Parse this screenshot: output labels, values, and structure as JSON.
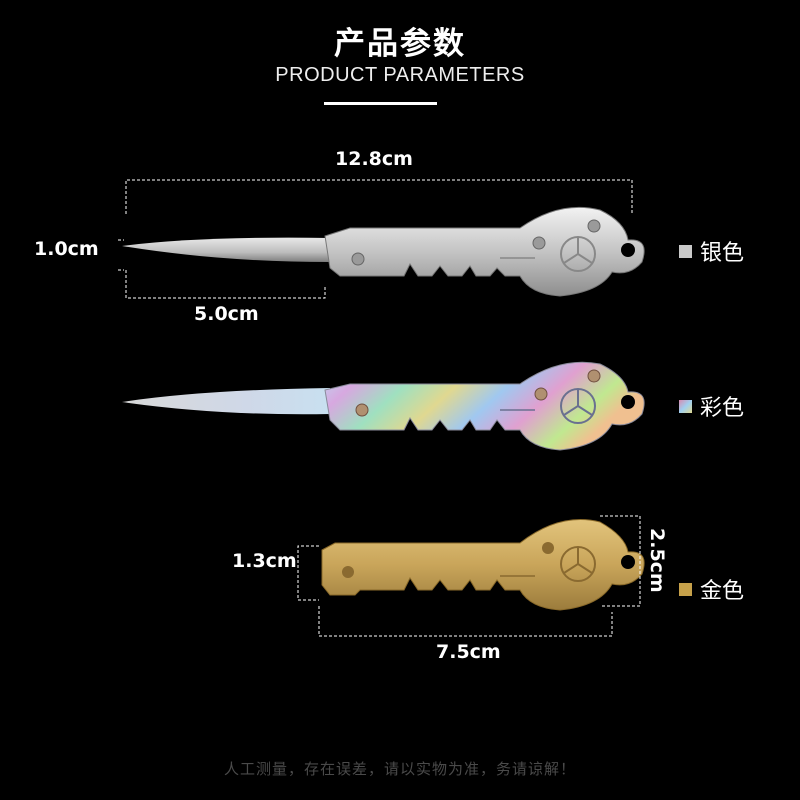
{
  "header": {
    "title": "产品参数",
    "subtitle": "PRODUCT  PARAMETERS"
  },
  "dimensions": {
    "silver_length": "12.8cm",
    "silver_blade_width": "1.0cm",
    "silver_blade_length": "5.0cm",
    "gold_height": "1.3cm",
    "gold_width": "2.5cm",
    "gold_length": "7.5cm"
  },
  "variants": [
    {
      "label": "银色",
      "color": "#c9c9c9"
    },
    {
      "label": "彩色",
      "color": "#d88ab0"
    },
    {
      "label": "金色",
      "color": "#c6a14a"
    }
  ],
  "footer": {
    "note": "人工测量，存在误差，请以实物为准，务请谅解！"
  }
}
